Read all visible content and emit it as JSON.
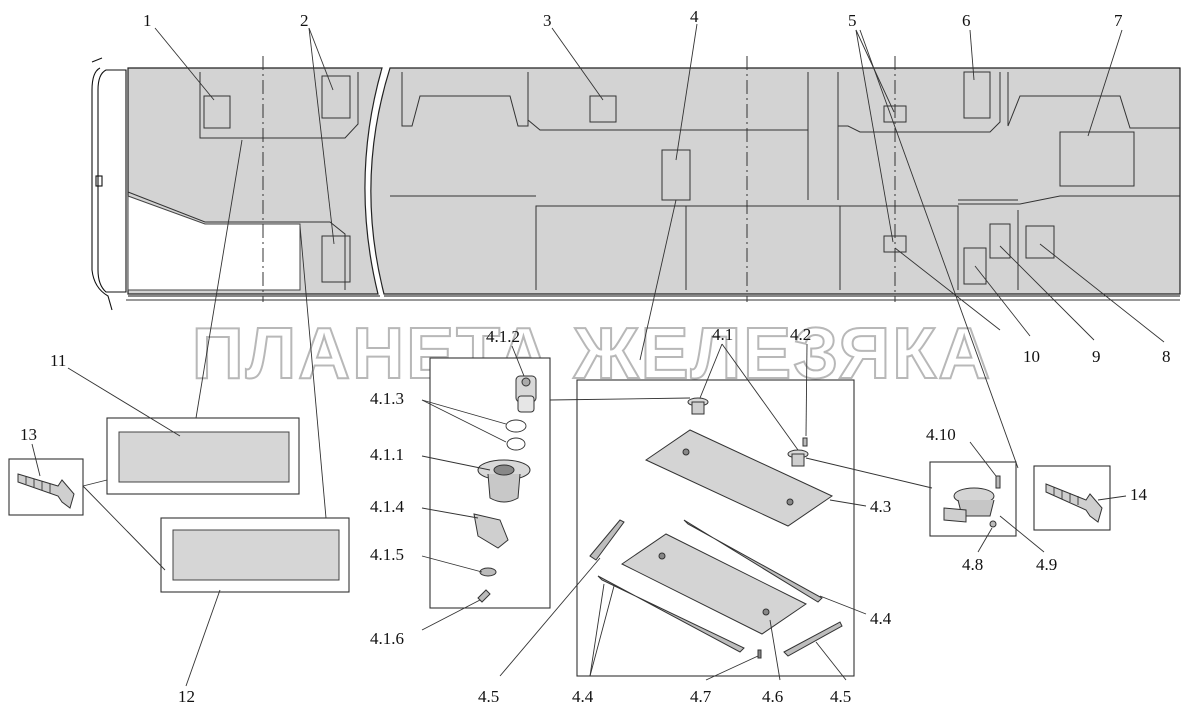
{
  "watermark": "ПЛАНЕТА ЖЕЛЕЗЯКА",
  "callouts": {
    "c1": "1",
    "c2": "2",
    "c3": "3",
    "c4": "4",
    "c5": "5",
    "c6": "6",
    "c7": "7",
    "c8": "8",
    "c9": "9",
    "c10": "10",
    "c11": "11",
    "c12": "12",
    "c13": "13",
    "c14": "14",
    "c4_1": "4.1",
    "c4_1_1": "4.1.1",
    "c4_1_2": "4.1.2",
    "c4_1_3": "4.1.3",
    "c4_1_4": "4.1.4",
    "c4_1_5": "4.1.5",
    "c4_1_6": "4.1.6",
    "c4_2": "4.2",
    "c4_3": "4.3",
    "c4_4a": "4.4",
    "c4_4b": "4.4",
    "c4_5a": "4.5",
    "c4_5b": "4.5",
    "c4_6": "4.6",
    "c4_7": "4.7",
    "c4_8": "4.8",
    "c4_9": "4.9",
    "c4_10": "4.10"
  }
}
